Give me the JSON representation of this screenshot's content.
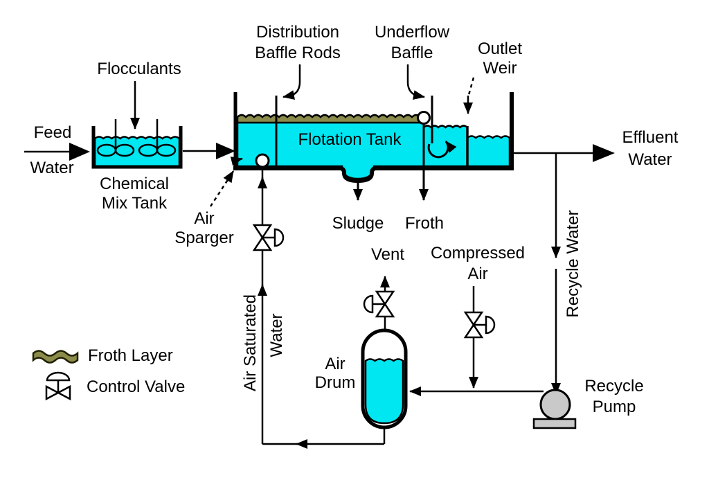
{
  "labels": {
    "flocculants": "Flocculants",
    "feed_water": {
      "line1": "Feed",
      "line2": "Water"
    },
    "chemical_mix_tank": {
      "line1": "Chemical",
      "line2": "Mix Tank"
    },
    "distribution_baffle_rods": {
      "line1": "Distribution",
      "line2": "Baffle Rods"
    },
    "underflow_baffle": {
      "line1": "Underflow",
      "line2": "Baffle"
    },
    "outlet_weir": {
      "line1": "Outlet",
      "line2": "Weir"
    },
    "flotation_tank": "Flotation Tank",
    "air_sparger": {
      "line1": "Air",
      "line2": "Sparger"
    },
    "sludge": "Sludge",
    "froth": "Froth",
    "effluent_water": {
      "line1": "Effluent",
      "line2": "Water"
    },
    "recycle_water": "Recycle Water",
    "air_saturated_water": {
      "line1": "Air Saturated",
      "line2": "Water"
    },
    "vent": "Vent",
    "compressed_air": {
      "line1": "Compressed",
      "line2": "Air"
    },
    "air_drum": {
      "line1": "Air",
      "line2": "Drum"
    },
    "recycle_pump": {
      "line1": "Recycle",
      "line2": "Pump"
    }
  },
  "legend": {
    "froth_layer": "Froth Layer",
    "control_valve": "Control Valve"
  },
  "colors": {
    "water": "#00E7F2",
    "froth": "#8B8B4B",
    "froth_edge": "#1F1F00",
    "pump_gray": "#C9C9C9",
    "line": "#000000",
    "background": "#FFFFFF"
  }
}
